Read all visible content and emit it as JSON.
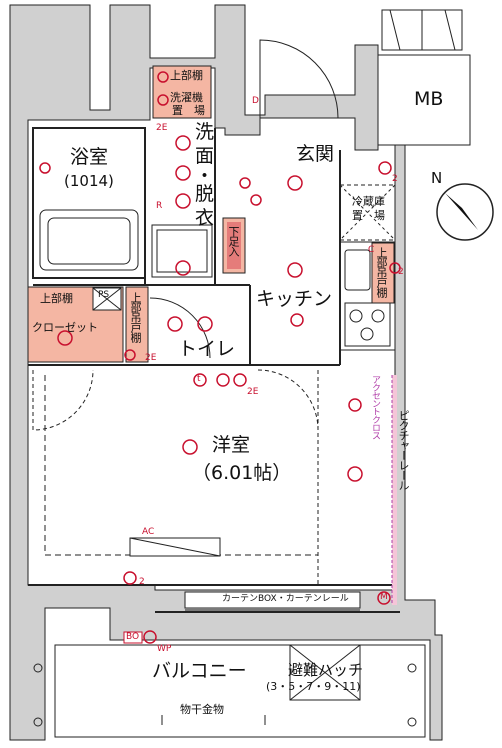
{
  "rooms": {
    "bath": "浴室",
    "bath_size": "(1014)",
    "washroom": [
      "洗",
      "面",
      "・",
      "脱",
      "衣"
    ],
    "entrance": "玄関",
    "kitchen": "キッチン",
    "toilet": "トイレ",
    "western": "洋室",
    "western_size": "（6.01帖）",
    "balcony": "バルコニー",
    "mb": "MB"
  },
  "storage": {
    "upper_shelf_top": "上部棚",
    "washer_line1": "洗濯機",
    "washer_line2": "置　場",
    "upper_shelf_closet": "上部棚",
    "closet": "クローゼット",
    "ps": "PS",
    "toilet_shelf": "上部吊戸棚",
    "geta": "下足入",
    "fridge_line1": "冷蔵庫",
    "fridge_line2": "置　場",
    "kitchen_shelf": "上部吊戸棚"
  },
  "annotations": {
    "accent_cloth": "アクセントクロス",
    "picture_rail": "ピクチャーレール",
    "curtain": "カーテンBOX・カーテンレール",
    "hatch": "避難ハッチ",
    "hatch_floors": "(3・5・7・9・11)",
    "drying": "物干金物",
    "north": "N",
    "wp": "WP",
    "bo": "BO",
    "ac": "AC",
    "r": "R",
    "m": "M",
    "c": "C",
    "t": "t",
    "d": "D",
    "e2_a": "2E",
    "e2_b": "2E",
    "e2_c": "2E",
    "n2_a": "2",
    "n2_b": "2",
    "n2_c": "2"
  },
  "colors": {
    "salmon": "#f4b6a3",
    "red": "#c8102e",
    "purple": "#b03da8",
    "wall": "#d0d0d0",
    "line": "#222222"
  },
  "icons": [
    "compass-icon",
    "socket-icon",
    "light-icon",
    "stove-icon",
    "door-arc-icon"
  ]
}
